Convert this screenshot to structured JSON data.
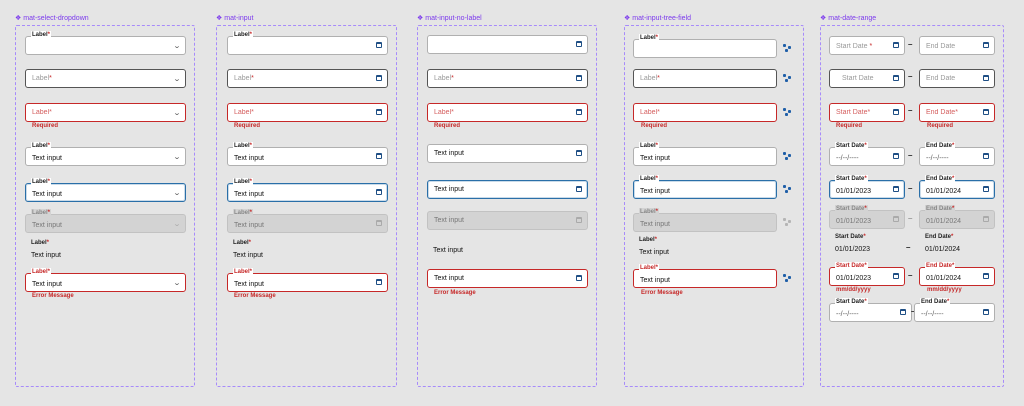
{
  "titles": {
    "select": "mat-select-dropdown",
    "input": "mat-input",
    "nolabel": "mat-input-no-label",
    "tree": "mat-input-tree-field",
    "date": "mat-date-range"
  },
  "common": {
    "label": "Label",
    "required_star": "*",
    "text_input": "Text input",
    "required": "Required",
    "error_message": "Error Message"
  },
  "date": {
    "start_date": "Start Date",
    "end_date": "End Date",
    "placeholder_dashes": "--/--/----",
    "start_value": "01/01/2023",
    "end_value": "01/01/2024",
    "format_hint": "mm/dd/yyyy",
    "separator": "–"
  },
  "colors": {
    "accent": "#7c3aed",
    "error": "#c62828",
    "focus": "#2a6fa8",
    "icon": "#1f5fa8"
  }
}
